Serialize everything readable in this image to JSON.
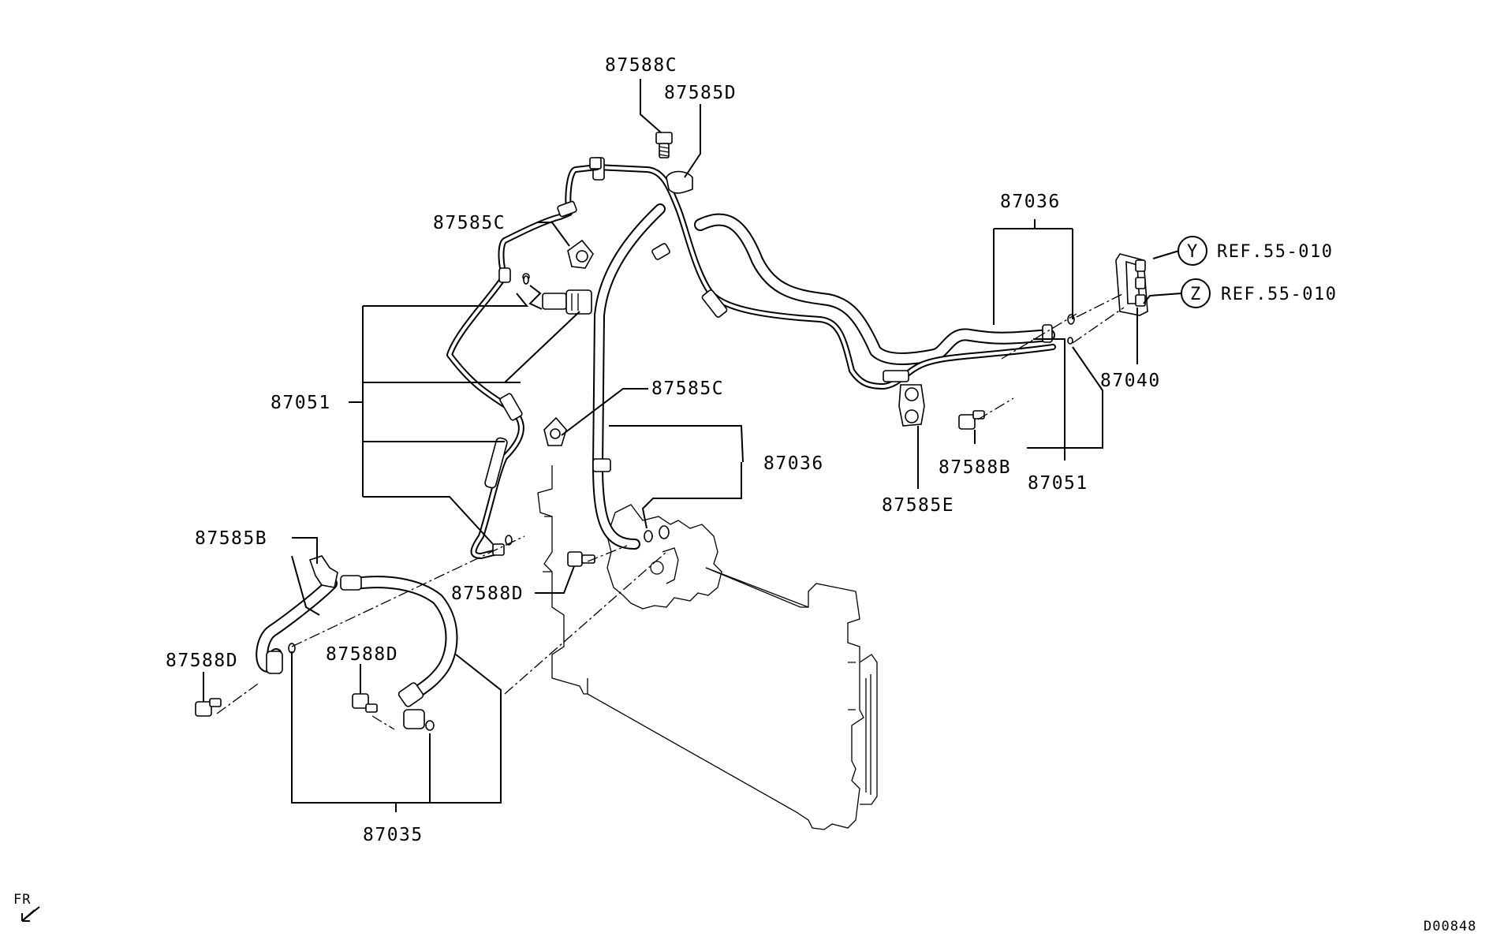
{
  "labels": {
    "p87588C": "87588C",
    "p87585D": "87585D",
    "p87585C_top": "87585C",
    "p87051_left": "87051",
    "p87585C_mid": "87585C",
    "p87036_mid": "87036",
    "p87585B": "87585B",
    "p87588D_mid": "87588D",
    "p87588D_left": "87588D",
    "p87588D_low": "87588D",
    "p87035": "87035",
    "p87036_top": "87036",
    "p87040": "87040",
    "p87588B": "87588B",
    "p87051_right": "87051",
    "p87585E": "87585E"
  },
  "references": {
    "y_letter": "Y",
    "y_text": "REF.55-010",
    "z_letter": "Z",
    "z_text": "REF.55-010"
  },
  "orientation": {
    "text": "FR"
  },
  "figure_code": "D00848"
}
